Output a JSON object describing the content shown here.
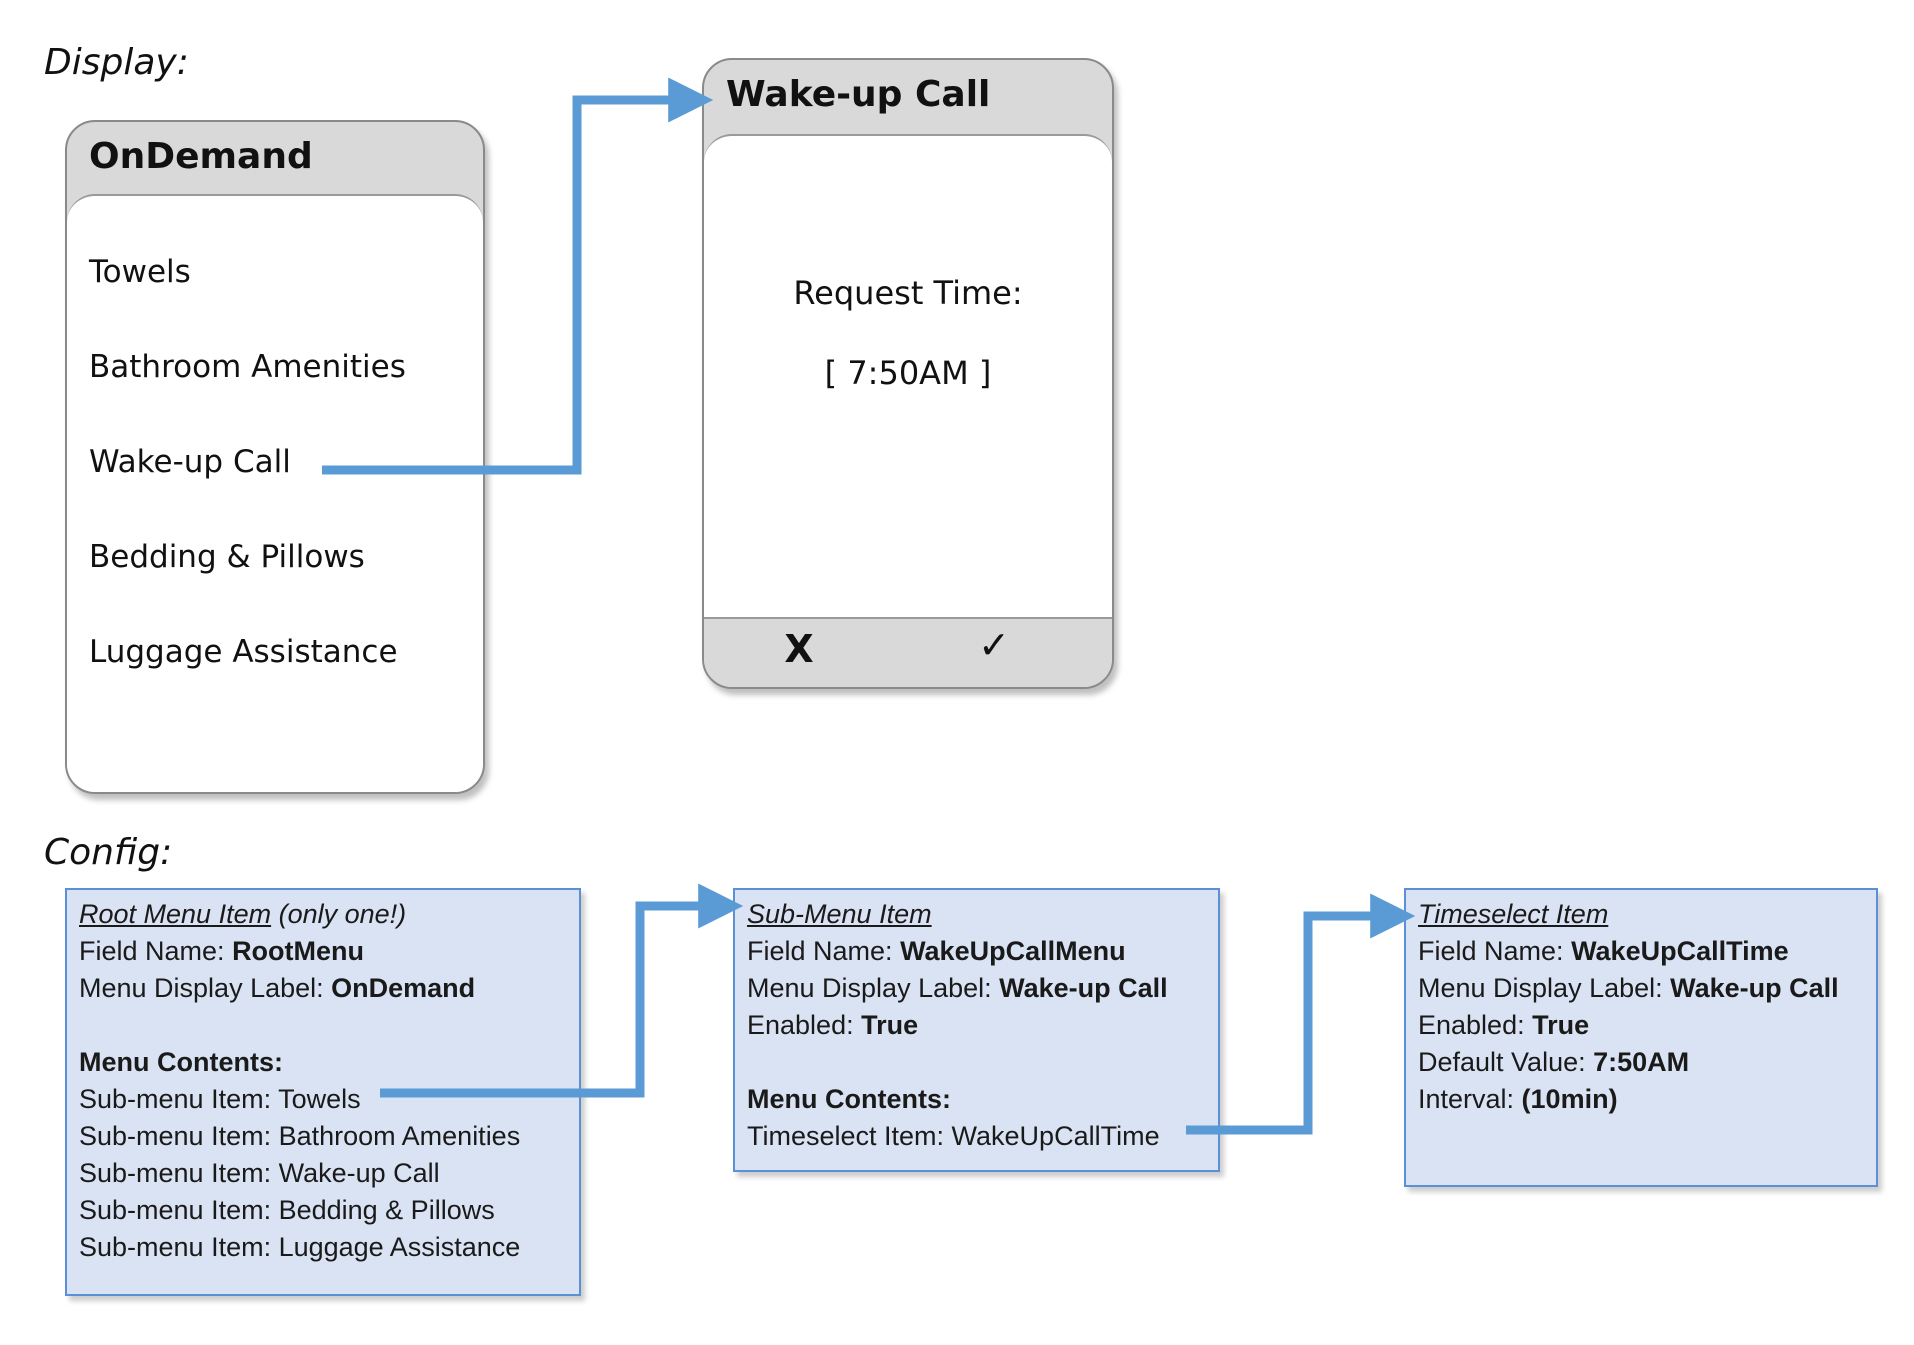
{
  "display_label": "Display:",
  "config_label": "Config:",
  "ondemand_screen": {
    "title": "OnDemand",
    "items": [
      "Towels",
      "Bathroom Amenities",
      "Wake-up Call",
      "Bedding & Pillows",
      "Luggage Assistance"
    ]
  },
  "wakeup_screen": {
    "title": "Wake-up Call",
    "prompt": "Request Time:",
    "value": "[ 7:50AM ]",
    "cancel_label": "X",
    "confirm_label": "✓"
  },
  "root_config": {
    "heading": "Root Menu Item",
    "heading_note": " (only one!)",
    "field_name_label": "Field Name: ",
    "field_name_value": "RootMenu",
    "display_label_label": "Menu Display Label: ",
    "display_label_value": "OnDemand",
    "contents_heading": "Menu Contents:",
    "contents": [
      "Sub-menu Item: Towels",
      "Sub-menu Item: Bathroom Amenities",
      "Sub-menu Item: Wake-up Call",
      "Sub-menu Item: Bedding & Pillows",
      "Sub-menu Item: Luggage Assistance"
    ]
  },
  "submenu_config": {
    "heading": "Sub-Menu Item",
    "field_name_label": "Field Name: ",
    "field_name_value": "WakeUpCallMenu",
    "display_label_label": "Menu Display Label: ",
    "display_label_value": "Wake-up Call",
    "enabled_label": "Enabled: ",
    "enabled_value": "True",
    "contents_heading": "Menu Contents:",
    "contents": [
      "Timeselect Item: WakeUpCallTime"
    ]
  },
  "timeselect_config": {
    "heading": "Timeselect Item",
    "field_name_label": "Field Name: ",
    "field_name_value": "WakeUpCallTime",
    "display_label_label": "Menu Display Label: ",
    "display_label_value": "Wake-up Call",
    "enabled_label": "Enabled: ",
    "enabled_value": "True",
    "default_label": "Default Value: ",
    "default_value": "7:50AM",
    "interval_label": "Interval: ",
    "interval_value": "(10min)"
  },
  "colors": {
    "arrow": "#5b9bd5",
    "config_fill": "#dae3f3",
    "config_border": "#5b8fd6",
    "screen_header": "#d9d9d9"
  }
}
